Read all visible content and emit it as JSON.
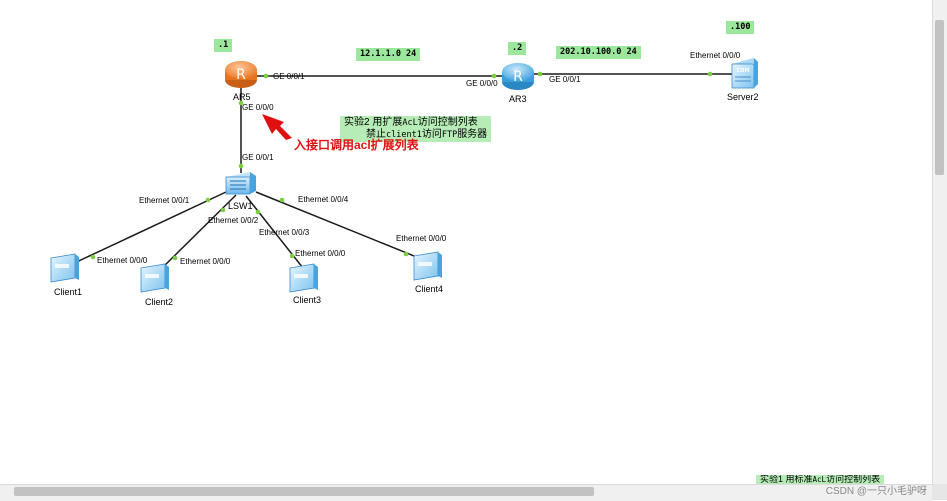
{
  "nodes": {
    "ar5": {
      "name": "AR5",
      "ip_suffix": ".1"
    },
    "ar3": {
      "name": "AR3",
      "ip_suffix": ".2"
    },
    "server2": {
      "name": "Server2",
      "ip_suffix": ".100",
      "icon_text": "COM"
    },
    "lsw1": {
      "name": "LSW1"
    },
    "client1": {
      "name": "Client1"
    },
    "client2": {
      "name": "Client2"
    },
    "client3": {
      "name": "Client3"
    },
    "client4": {
      "name": "Client4"
    }
  },
  "networks": {
    "net1": "12.1.1.0 24",
    "net2": "202.10.100.0 24"
  },
  "ports": {
    "ar5_ge001": "GE 0/0/1",
    "ar5_ge000": "GE 0/0/0",
    "ar3_ge000": "GE 0/0/0",
    "ar3_ge001": "GE 0/0/1",
    "server2_eth": "Ethernet 0/0/0",
    "lsw1_ge001": "GE 0/0/1",
    "lsw1_eth1": "Ethernet 0/0/1",
    "lsw1_eth2": "Ethernet 0/0/2",
    "lsw1_eth3": "Ethernet 0/0/3",
    "lsw1_eth4": "Ethernet 0/0/4",
    "client1_eth": "Ethernet 0/0/0",
    "client2_eth": "Ethernet 0/0/0",
    "client3_eth": "Ethernet 0/0/0",
    "client4_eth": "Ethernet 0/0/0"
  },
  "notes": {
    "exp2_line1_a": "实验2 用扩展",
    "exp2_line1_b": "AcL",
    "exp2_line1_c": "访问控制列表",
    "exp2_line2_a": "禁止",
    "exp2_line2_b": "client1",
    "exp2_line2_c": "访问",
    "exp2_line2_d": "FTP",
    "exp2_line2_e": "服务器",
    "red_annotation": "入接口调用acl扩展列表",
    "exp1_a": "实验1 用标准",
    "exp1_b": "AcL",
    "exp1_c": "访问控制列表"
  },
  "watermark": "CSDN @一只小毛驴呀",
  "colors": {
    "badge_bg": "#9be79b",
    "note_bg": "#b6ecb6",
    "router": "#f08a38",
    "router_ar3": "#5fb4e8",
    "annotation_red": "#e01010",
    "port_dot": "#7ccf3c"
  }
}
